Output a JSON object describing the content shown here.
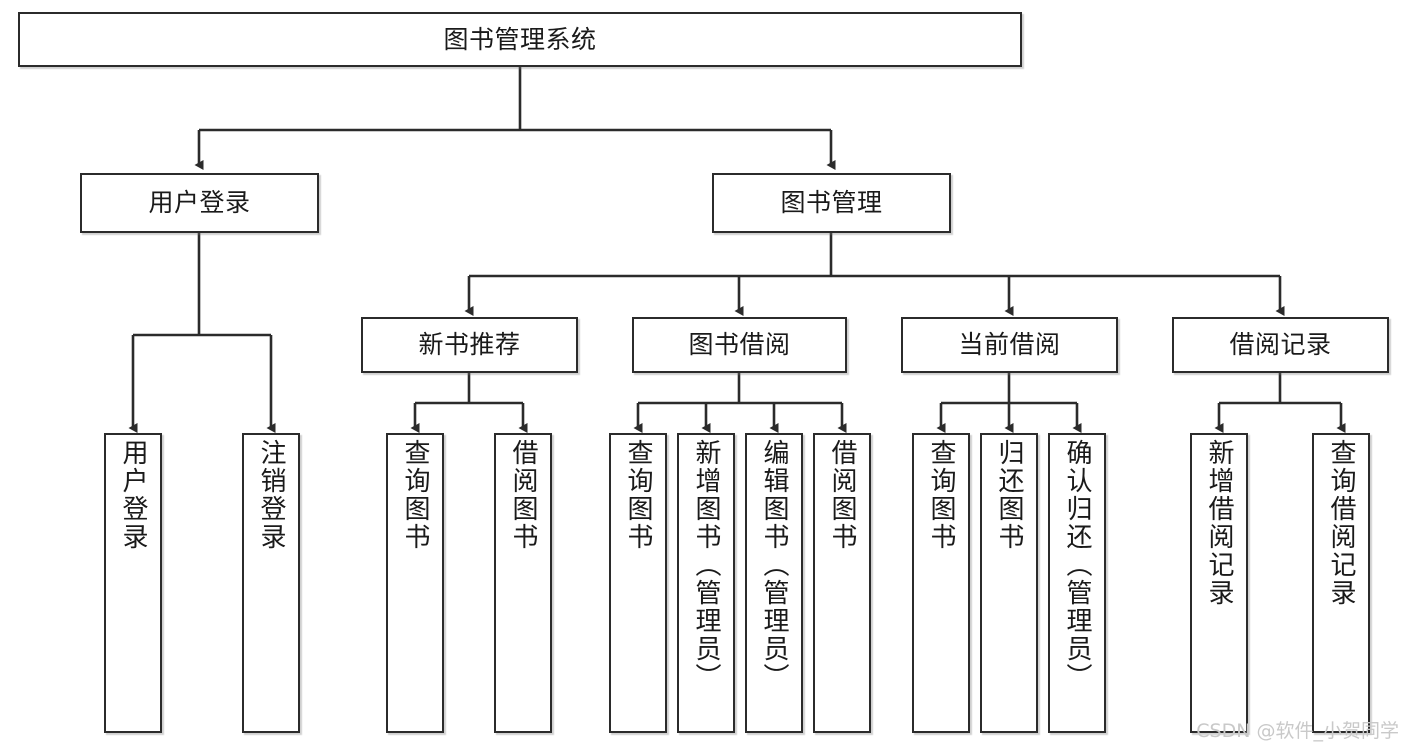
{
  "diagram": {
    "title": "图书管理系统",
    "type": "tree",
    "orientation": "top-down",
    "colors": {
      "box_border": "#2b2b2b",
      "box_fill": "#ffffff",
      "edge": "#2b2b2b",
      "text": "#1a1a1a",
      "watermark": "#c9c9c9",
      "background": "#ffffff"
    },
    "watermark": "CSDN @软件_小贺同学"
  },
  "nodes": {
    "root": {
      "label": "图书管理系统"
    },
    "level2": [
      {
        "label": "用户登录"
      },
      {
        "label": "图书管理"
      }
    ],
    "level3": [
      {
        "label": "新书推荐"
      },
      {
        "label": "图书借阅"
      },
      {
        "label": "当前借阅"
      },
      {
        "label": "借阅记录"
      }
    ],
    "leaves": {
      "user_login": [
        {
          "label": "用户登录"
        },
        {
          "label": "注销登录"
        }
      ],
      "new_book_recommend": [
        {
          "label": "查询图书"
        },
        {
          "label": "借阅图书"
        }
      ],
      "book_borrow": [
        {
          "label": "查询图书"
        },
        {
          "label": "新增图书（管理员）"
        },
        {
          "label": "编辑图书（管理员）"
        },
        {
          "label": "借阅图书"
        }
      ],
      "current_borrow": [
        {
          "label": "查询图书"
        },
        {
          "label": "归还图书"
        },
        {
          "label": "确认归还（管理员）"
        }
      ],
      "borrow_record": [
        {
          "label": "新增借阅记录"
        },
        {
          "label": "查询借阅记录"
        }
      ]
    }
  }
}
